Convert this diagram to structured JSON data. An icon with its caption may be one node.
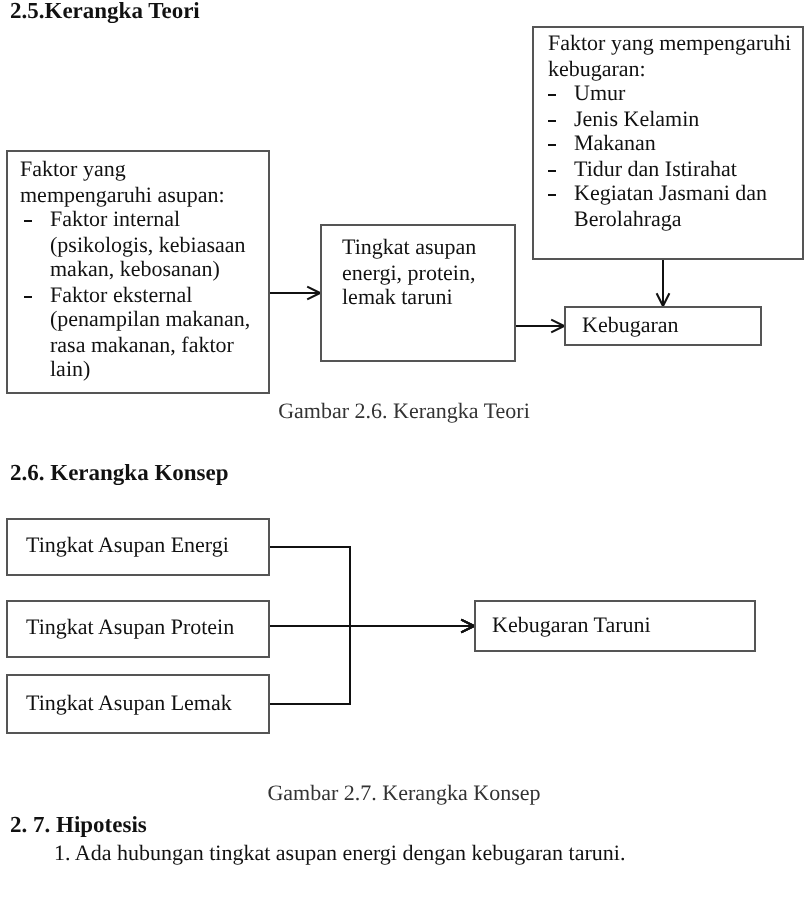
{
  "diagram": {
    "nodes": [
      {
        "text": [
          "Faktor yang mempengaruhi asupan:",
          "Faktor internal (psikologis, kebiasaan makan, kebosanan)",
          "Faktor eksternal (penampilan makanan, rasa makanan, faktor lain)"
        ]
      },
      {
        "text": [
          "Tingkat asupan energi, protein, lemak taruni"
        ]
      },
      {
        "text": [
          "Kebugaran"
        ]
      },
      {
        "text": [
          "Faktor yang mempengaruhi kebugaran:",
          "Umur",
          "Jenis Kelamin",
          "Makanan",
          "Tidur dan Istirahat",
          "Kegiatan Jasmani dan Berolahraga"
        ]
      },
      {
        "text": [
          "Tingkat Asupan Energi"
        ]
      },
      {
        "text": [
          "Tingkat Asupan Protein"
        ]
      },
      {
        "text": [
          "Tingkat Asupan Lemak"
        ]
      },
      {
        "text": [
          "Kebugaran Taruni"
        ]
      }
    ],
    "edges": [
      {
        "from": 0,
        "to": 1,
        "arrow": "to"
      },
      {
        "from": 1,
        "to": 2,
        "arrow": "to"
      },
      {
        "from": 3,
        "to": 2,
        "arrow": "to"
      },
      {
        "from": 4,
        "to": 7,
        "arrow": "to"
      },
      {
        "from": 5,
        "to": 7,
        "arrow": "to"
      },
      {
        "from": 6,
        "to": 7,
        "arrow": "to"
      }
    ],
    "labels": [
      "2.5.Kerangka Teori",
      "Gambar 2.6. Kerangka Teori",
      "2.6. Kerangka Konsep",
      "Gambar 2.7. Kerangka Konsep",
      "2. 7. Hipotesis",
      "1. Ada hubungan tingkat asupan energi dengan kebugaran taruni."
    ]
  }
}
